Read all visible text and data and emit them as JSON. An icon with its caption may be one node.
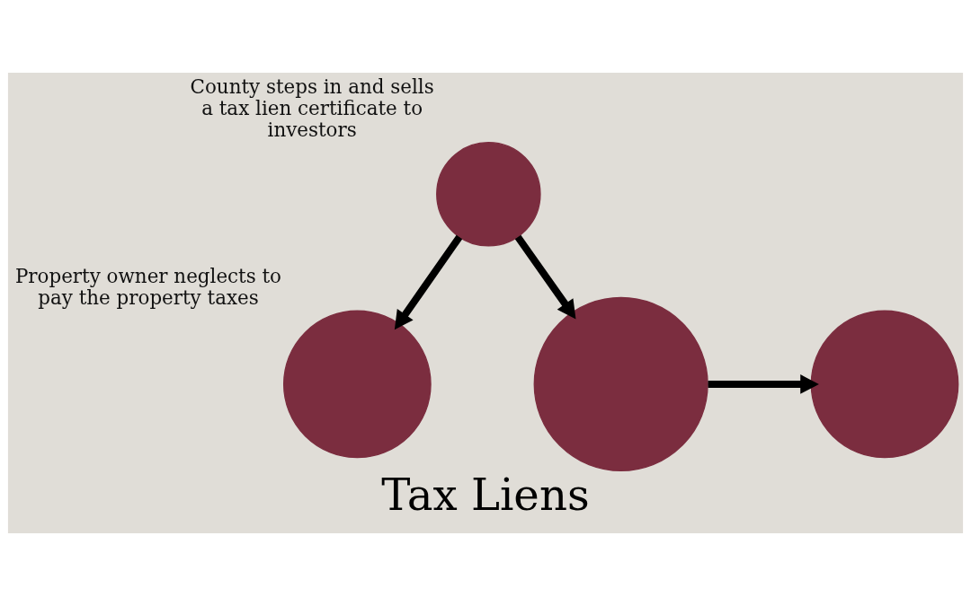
{
  "diagram": {
    "title": "Tax Liens",
    "nodes": [
      {
        "text": [],
        "shape": "circle",
        "beside": [
          "County steps in and sells a tax lien certificate to investors"
        ]
      },
      {
        "text": [],
        "shape": "circle",
        "beside": [
          "Property owner neglects to pay the property taxes"
        ]
      },
      {
        "text": [],
        "shape": "circle"
      },
      {
        "text": [],
        "shape": "circle"
      }
    ],
    "edges": [
      {
        "from": 0,
        "to": 1,
        "arrow": "to"
      },
      {
        "from": 0,
        "to": 2,
        "arrow": "to"
      },
      {
        "from": 2,
        "to": 3,
        "arrow": "to"
      }
    ]
  }
}
